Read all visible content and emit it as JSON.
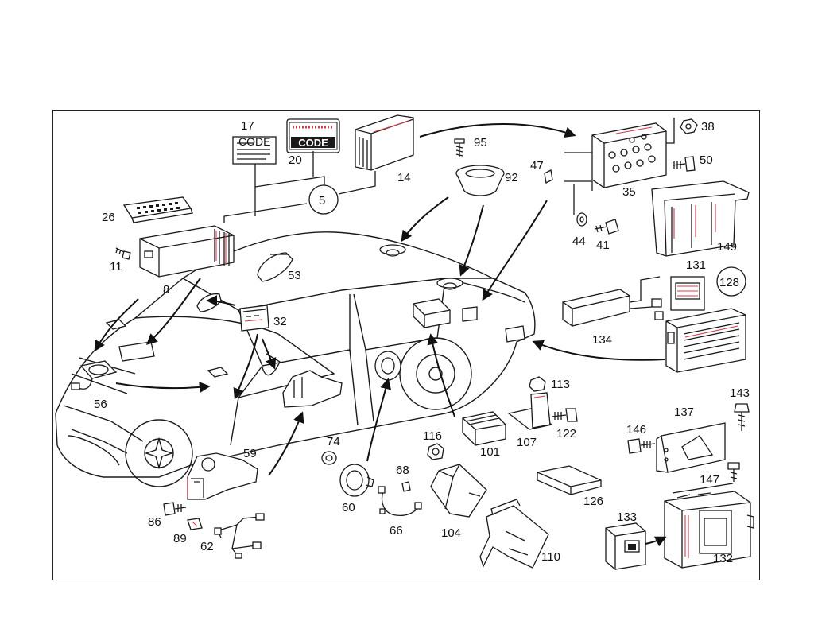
{
  "labels": {
    "p17": "17",
    "p20": "20",
    "p14": "14",
    "p95": "95",
    "p92": "92",
    "p47": "47",
    "p35": "35",
    "p38": "38",
    "p50": "50",
    "p44": "44",
    "p41": "41",
    "p149": "149",
    "p5": "5",
    "p26": "26",
    "p11": "11",
    "p8": "8",
    "p53": "53",
    "p32": "32",
    "p131": "131",
    "p128": "128",
    "p134": "134",
    "p56": "56",
    "p113": "113",
    "p116": "116",
    "p101": "101",
    "p107": "107",
    "p122": "122",
    "p143": "143",
    "p137": "137",
    "p146": "146",
    "p147": "147",
    "p59": "59",
    "p74": "74",
    "p68": "68",
    "p126": "126",
    "p60": "60",
    "p66": "66",
    "p104": "104",
    "p86": "86",
    "p89": "89",
    "p62": "62",
    "p133": "133",
    "p110": "110",
    "p132": "132"
  },
  "code_card_text": "CODE",
  "code_card_small": "CODE",
  "colors": {
    "highlight": "#d23a4a",
    "ink": "#1a1a1a"
  }
}
